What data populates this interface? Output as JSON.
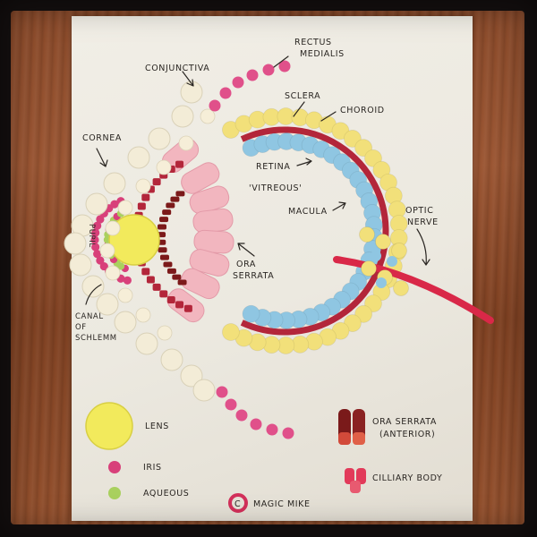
{
  "labels": {
    "rectus_medialis": "Rectus Medialis",
    "conjunctiva": "Conjunctiva",
    "sclera": "Sclera",
    "choroid": "Choroid",
    "cornea": "Cornea",
    "retina": "Retina",
    "vitreous": "'Vitreous'",
    "macula": "Macula",
    "optic_nerve": "Optic Nerve",
    "pupil": "Pupil",
    "ora_serrata": "Ora Serrata",
    "canal_of_schlemm": "Canal of Schlemm"
  },
  "legend": {
    "lens": "Lens",
    "iris": "Iris",
    "aqueous": "Aqueous",
    "ora_serrata_anterior": "Ora Serrata (Anterior)",
    "ciliary_body": "Cilliary Body",
    "magic_mike": "Magic Mike",
    "magic_mike_symbol": "C"
  },
  "colors": {
    "sclera_yellow": "#f2e07a",
    "retina_blue": "#8fc6e2",
    "choroid_red": "#b3263a",
    "cornea_white": "#f3ecd7",
    "conjunctiva_pink": "#e0508a",
    "iris_pink": "#d8407a",
    "aqueous_green": "#a9d05e",
    "lens_yellow": "#f2ea5c",
    "ciliary_pink": "#f2b6bf",
    "optic_red": "#d92848",
    "wood": "#8a4a2a"
  }
}
